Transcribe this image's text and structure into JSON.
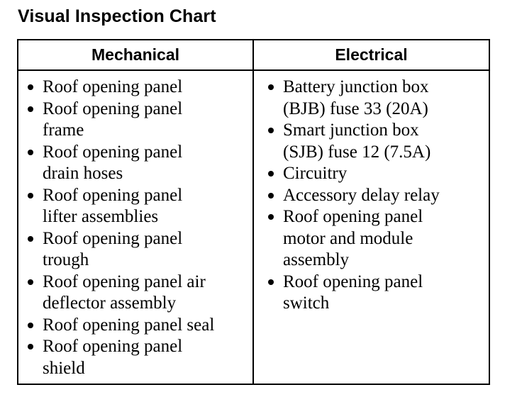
{
  "title": "Visual Inspection Chart",
  "columns": {
    "mechanical": {
      "header": "Mechanical",
      "items": [
        [
          "Roof opening panel"
        ],
        [
          "Roof opening panel",
          "frame"
        ],
        [
          "Roof opening panel",
          "drain hoses"
        ],
        [
          "Roof opening panel",
          "lifter assemblies"
        ],
        [
          "Roof opening panel",
          "trough"
        ],
        [
          "Roof opening panel air",
          "deflector assembly"
        ],
        [
          "Roof opening panel seal"
        ],
        [
          "Roof opening panel",
          "shield"
        ]
      ]
    },
    "electrical": {
      "header": "Electrical",
      "items": [
        [
          "Battery junction box",
          "(BJB) fuse 33 (20A)"
        ],
        [
          "Smart junction box",
          "(SJB) fuse 12 (7.5A)"
        ],
        [
          "Circuitry"
        ],
        [
          "Accessory delay relay"
        ],
        [
          "Roof opening panel",
          "motor and module",
          "assembly"
        ],
        [
          "Roof opening panel",
          "switch"
        ]
      ]
    }
  }
}
